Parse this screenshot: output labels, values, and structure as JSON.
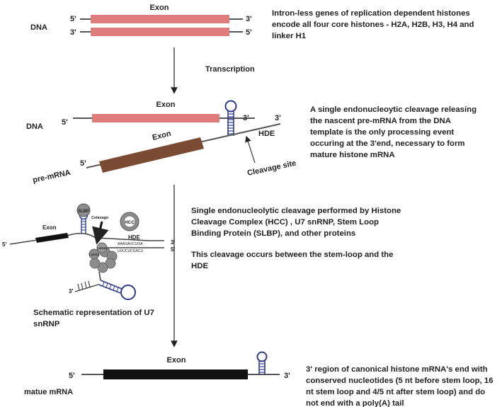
{
  "panel1": {
    "exon": "Exon",
    "five_prime_top": "5'",
    "three_prime_top": "3'",
    "three_prime_bottom": "3'",
    "five_prime_bottom": "5'",
    "dna": "DNA",
    "description": "Intron-less genes of replication dependent histones encode all four core histones - H2A, H2B, H3,  H4 and linker H1"
  },
  "transcription": "Transcription",
  "panel2": {
    "exon_dna": "Exon",
    "five_prime_dna": "5'",
    "three_prime_dna": "3'",
    "three_prime_rna": "3'",
    "hde": "HDE",
    "dna": "DNA",
    "exon_rna": "Exon",
    "five_prime_rna": "5'",
    "pre_mrna": "pre-mRNA",
    "cleavage_site": "Cleavage site",
    "description": "A single endonucleoytic cleavage releasing the nascent pre-mRNA from the DNA template is the only processing event occuring at the 3'end, necessary to form mature histone mRNA"
  },
  "panel3": {
    "exon": "Exon",
    "five_prime": "5'",
    "slbp": "SLBP",
    "cleavage": "Celavage",
    "hcc": "HCC",
    "hde": "HDE",
    "seq_top": "AAAGAGCUGA",
    "seq_bottom": "UUUCUCGACU",
    "three_prime_right": "3'",
    "five_prime_right": "5'",
    "lsm10": "Lsm10",
    "lsm11": "Lsm11",
    "three_prime_u7": "3'",
    "schematic": "Schematic representation of U7 snRNP",
    "description1": "Single endonucleolytic cleavage performed by Histone Cleavage Complex (HCC) , U7 snRNP, Stem Loop Binding Protein (SLBP), and other proteins",
    "description2": "This cleavage occurs between the stem-loop and the HDE"
  },
  "panel4": {
    "exon": "Exon",
    "five_prime": "5'",
    "three_prime": "3'",
    "label": "matue mRNA",
    "description": "3' region of canonical histone mRNA's end with conserved nucleotides (5 nt before stem loop, 16 nt stem loop and 4/5 nt after stem loop) and do not end with a poly(A) tail"
  },
  "colors": {
    "exon_pink": "#e07b7b",
    "pre_mrna_brown": "#7a4a32",
    "mature_exon": "#111111",
    "stem_loop": "#2e3b8c",
    "protein_gray": "#8c8c8c",
    "line": "#555555"
  }
}
